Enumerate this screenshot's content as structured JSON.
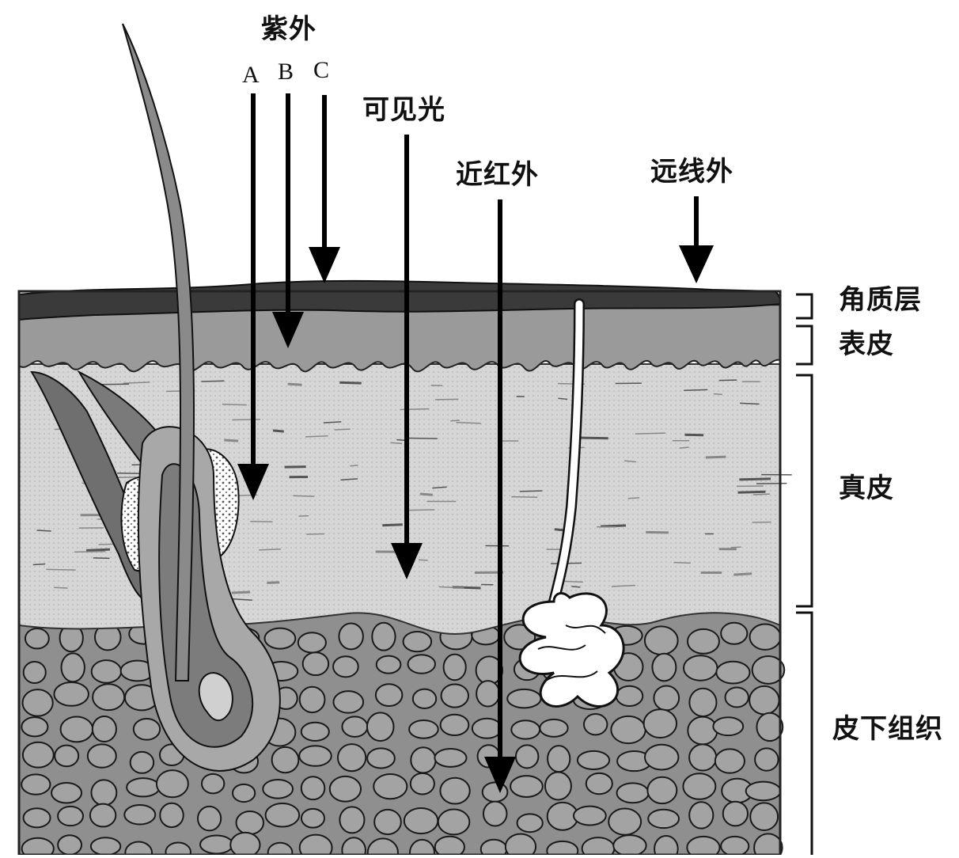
{
  "rays": {
    "uv_title": "紫外",
    "uv_a": "A",
    "uv_b": "B",
    "uv_c": "C",
    "visible": "可见光",
    "near_ir": "近红外",
    "far_ir": "远线外"
  },
  "layers": {
    "stratum_corneum": "角质层",
    "epidermis": "表皮",
    "dermis": "真皮",
    "subcutaneous": "皮下组织"
  },
  "colors": {
    "stratum_corneum": "#3a3a3a",
    "epidermis": "#9a9a9a",
    "dermis": "#d9d9d9",
    "subcutaneous": "#8f8f8f",
    "arrow": "#000000"
  }
}
